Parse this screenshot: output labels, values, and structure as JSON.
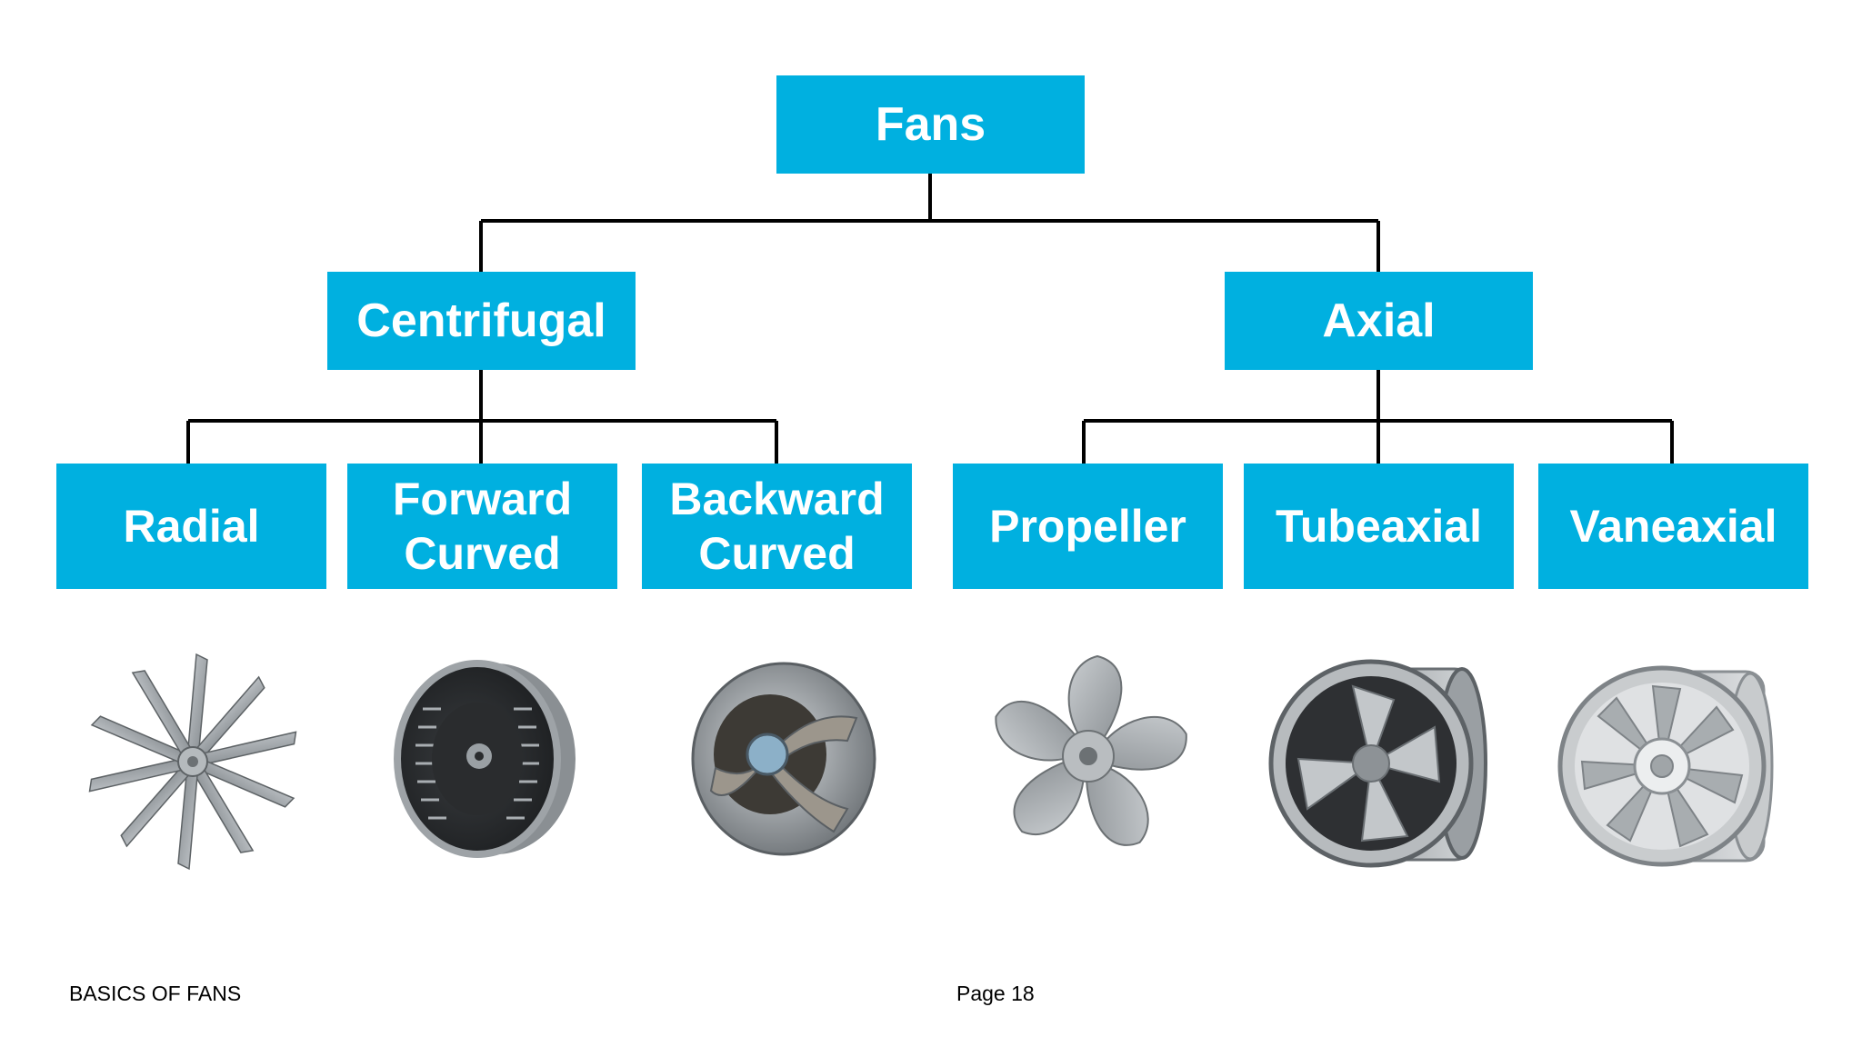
{
  "diagram": {
    "root": {
      "label": "Fans"
    },
    "groups": [
      {
        "label": "Centrifugal",
        "types": [
          {
            "label": "Radial",
            "image": "radial-impeller"
          },
          {
            "label": "Forward\nCurved",
            "image": "forward-curved-blower-wheel"
          },
          {
            "label": "Backward\nCurved",
            "image": "backward-curved-impeller"
          }
        ]
      },
      {
        "label": "Axial",
        "types": [
          {
            "label": "Propeller",
            "image": "propeller-fan"
          },
          {
            "label": "Tubeaxial",
            "image": "tubeaxial-fan"
          },
          {
            "label": "Vaneaxial",
            "image": "vaneaxial-fan"
          }
        ]
      }
    ],
    "colors": {
      "box": "#00b0e0",
      "box_text": "#ffffff",
      "connector": "#000000"
    }
  },
  "footer": {
    "left": "BASICS OF FANS",
    "center": "Page 18"
  }
}
